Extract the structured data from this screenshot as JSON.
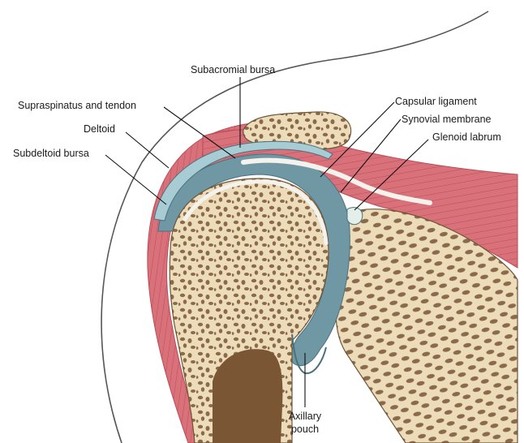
{
  "labels": {
    "subacromial_bursa": "Subacromial bursa",
    "supraspinatus": "Supraspinatus and tendon",
    "capsular_ligament": "Capsular ligament",
    "synovial_membrane": "Synovial membrane",
    "glenoid_labrum": "Glenoid labrum",
    "deltoid": "Deltoid",
    "subdeltoid_bursa": "Subdeltoid bursa",
    "axillary_pouch_line1": "Axillary",
    "axillary_pouch_line2": "pouch"
  },
  "colors": {
    "muscle": "#d9717a",
    "muscle_dark": "#b94c58",
    "bone": "#eddcb9",
    "bone_spongy": "#8a6a4a",
    "synovial": "#6f98a4",
    "synovial_light": "#a8ccd4",
    "cartilage": "#f4f2ec",
    "skin_line": "#555555"
  }
}
